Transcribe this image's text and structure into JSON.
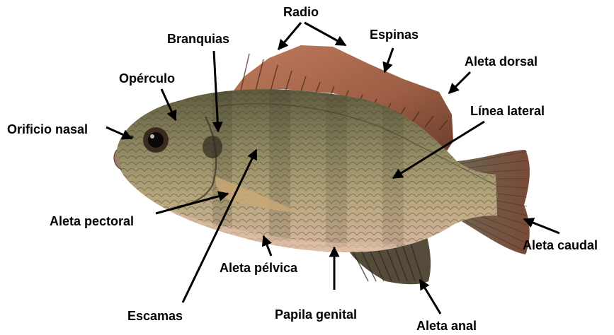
{
  "diagram": {
    "labels": {
      "radio": "Radio",
      "espinas": "Espinas",
      "branquias": "Branquias",
      "aleta_dorsal": "Aleta dorsal",
      "operculo": "Opérculo",
      "linea_lateral": "Línea lateral",
      "orificio_nasal": "Orificio nasal",
      "aleta_pectoral": "Aleta pectoral",
      "aleta_caudal": "Aleta caudal",
      "aleta_pelvica": "Aleta pélvica",
      "escamas": "Escamas",
      "papila_genital": "Papila genital",
      "aleta_anal": "Aleta anal"
    }
  }
}
